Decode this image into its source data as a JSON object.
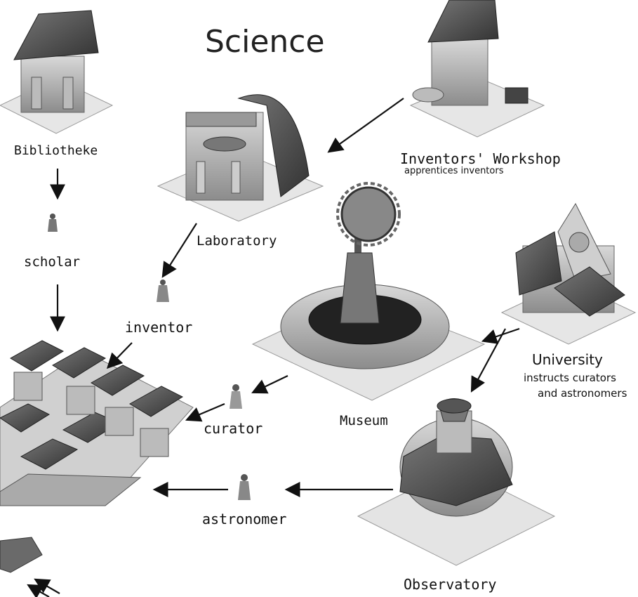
{
  "title": "Science",
  "labels": {
    "bibliotheke": "Bibliotheke",
    "scholar": "scholar",
    "laboratory": "Laboratory",
    "inventor": "inventor",
    "workshop": "Inventors' Workshop",
    "workshop_sub": "apprentices inventors",
    "university": "University",
    "university_sub1": "instructs curators",
    "university_sub2": "and astronomers",
    "museum": "Museum",
    "curator": "curator",
    "astronomer": "astronomer",
    "observatory": "Observatory"
  },
  "colors": {
    "ink": "#111111",
    "stone": "#9a9a9a",
    "roof": "#555555"
  }
}
